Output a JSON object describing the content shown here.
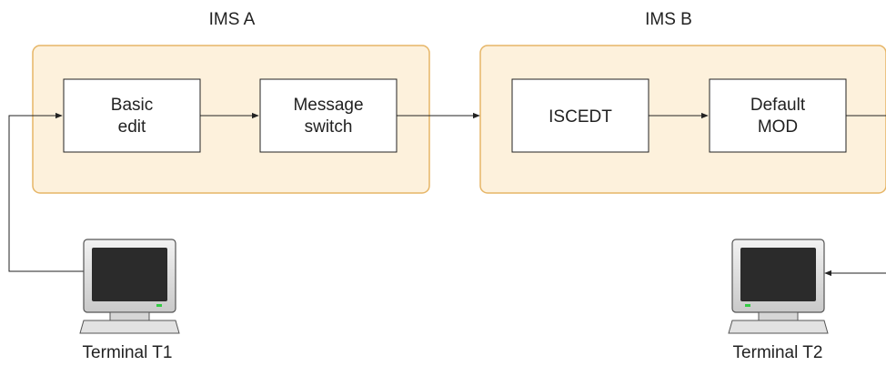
{
  "systems": {
    "a": {
      "title": "IMS A"
    },
    "b": {
      "title": "IMS B"
    }
  },
  "blocks": {
    "basic_edit": {
      "line1": "Basic",
      "line2": "edit"
    },
    "msg_switch": {
      "line1": "Message",
      "line2": "switch"
    },
    "iscedt": {
      "line1": "ISCEDT"
    },
    "default_mod": {
      "line1": "Default",
      "line2": "MOD"
    }
  },
  "terminals": {
    "t1": {
      "label": "Terminal T1"
    },
    "t2": {
      "label": "Terminal T2"
    }
  },
  "colors": {
    "system_fill": "#fdf1dc",
    "system_border": "#e6b566",
    "block_border": "#222222",
    "line": "#222222"
  }
}
